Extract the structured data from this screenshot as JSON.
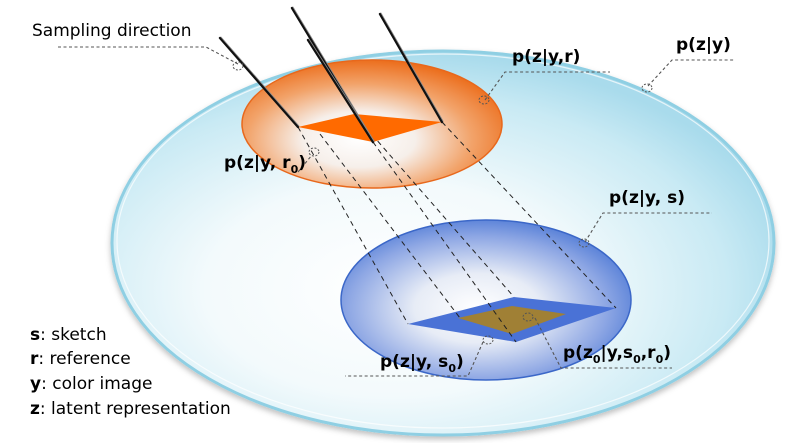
{
  "labels": {
    "sampling_direction": "Sampling direction",
    "p_z_y": "p(z|y)",
    "p_z_y_r": "p(z|y,r)",
    "p_z_y_r0": {
      "main": "p(z|y, r",
      "sub": "0",
      "tail": ")"
    },
    "p_z_y_s": "p(z|y, s)",
    "p_z_y_s0": {
      "main": "p(z|y, s",
      "sub": "0",
      "tail": ")"
    },
    "p_z0_y_s0_r0": {
      "a": "p(z",
      "a_sub": "0",
      "b": "|y,s",
      "b_sub": "0",
      "c": ",r",
      "c_sub": "0",
      "d": ")"
    }
  },
  "legend": [
    {
      "key": "s",
      "text": ": sketch"
    },
    {
      "key": "r",
      "text": ": reference"
    },
    {
      "key": "y",
      "text": ": color image"
    },
    {
      "key": "z",
      "text": ": latent representation"
    }
  ],
  "colors": {
    "outer_disk": "#bfe6f2",
    "outer_rim": "#8fcfe3",
    "orange_disk": "#f07a2a",
    "orange_patch": "#ff6a00",
    "blue_disk": "#4b7bd8",
    "blue_patch": "#4a72d6",
    "gold_patch": "#a08035"
  }
}
